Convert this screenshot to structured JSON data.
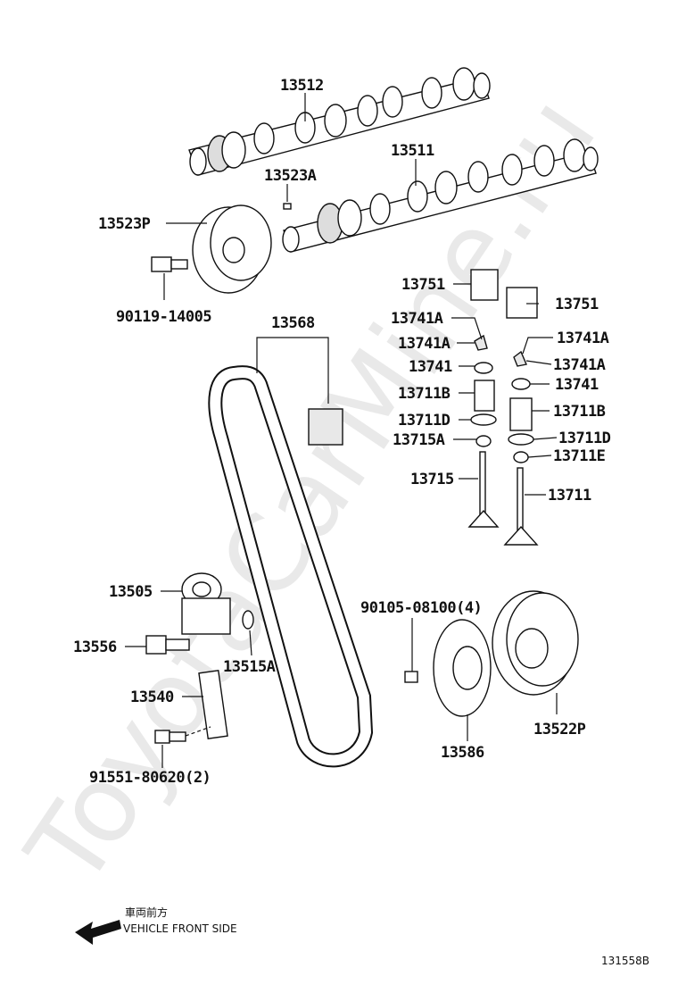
{
  "watermark": "ToyotaCarMine.ru",
  "diagram_code": "131558B",
  "direction": {
    "japanese": "車両前方",
    "english": "VEHICLE FRONT SIDE"
  },
  "labels": {
    "p13512": "13512",
    "p13511": "13511",
    "p13523A": "13523A",
    "p13523P": "13523P",
    "p90119": "90119-14005",
    "p13568": "13568",
    "p13751_left": "13751",
    "p13751_right": "13751",
    "p13741A_top_left": "13741A",
    "p13741A_left": "13741A",
    "p13741A_top_right": "13741A",
    "p13741A_right": "13741A",
    "p13741_left": "13741",
    "p13741_right": "13741",
    "p13711B_left": "13711B",
    "p13711B_right": "13711B",
    "p13711D_left": "13711D",
    "p13711D_right": "13711D",
    "p13715A": "13715A",
    "p13711E": "13711E",
    "p13715": "13715",
    "p13711": "13711",
    "p13505": "13505",
    "p13556": "13556",
    "p13515A": "13515A",
    "p13540": "13540",
    "p91551": "91551-80620(2)",
    "p90105": "90105-08100(4)",
    "p13586": "13586",
    "p13522P": "13522P"
  }
}
